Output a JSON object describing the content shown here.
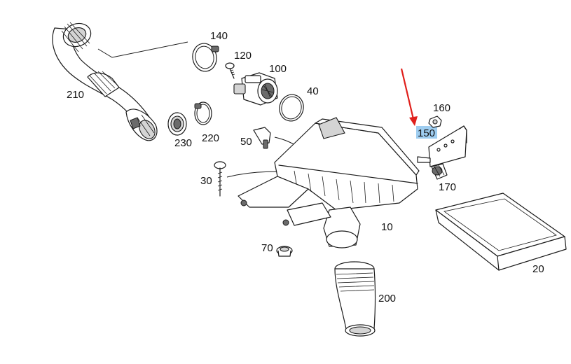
{
  "labels": {
    "p10": "10",
    "p20": "20",
    "p30": "30",
    "p40": "40",
    "p50": "50",
    "p70": "70",
    "p100": "100",
    "p120": "120",
    "p140": "140",
    "p150": "150",
    "p160": "160",
    "p170": "170",
    "p200": "200",
    "p210": "210",
    "p220": "220",
    "p230": "230"
  },
  "highlight": {
    "label": "p150",
    "fill_color": "#9ecdf0",
    "arrow_color": "#e0201c"
  }
}
